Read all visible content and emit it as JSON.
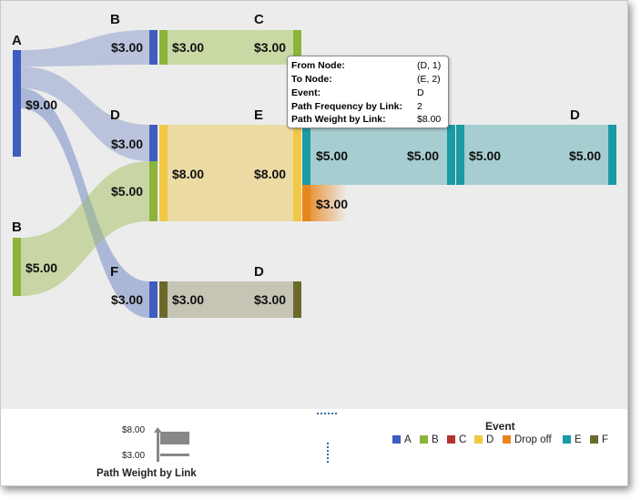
{
  "chart_data": {
    "type": "sankey",
    "title": "",
    "colors": {
      "A": "#3f5dbf",
      "B": "#8db33a",
      "C": "#b5342a",
      "D": "#f3c845",
      "Drop off": "#e8861e",
      "E": "#1a9aa5",
      "F": "#6b6a2a"
    },
    "nodes": [
      {
        "id": "A1",
        "event": "A",
        "label": "A",
        "value_label": "$9.00"
      },
      {
        "id": "B1",
        "event": "B",
        "label": "B",
        "value_label": "$5.00"
      },
      {
        "id": "B2",
        "event": "B",
        "label": "B",
        "value_label": "$3.00"
      },
      {
        "id": "D2",
        "event": "D",
        "label": "D",
        "in_labels": [
          "$3.00",
          "$5.00"
        ]
      },
      {
        "id": "F2",
        "event": "F",
        "label": "F",
        "value_label": "$3.00"
      },
      {
        "id": "C3",
        "event": "C",
        "label": "C"
      },
      {
        "id": "E3",
        "event": "E",
        "label": "E"
      },
      {
        "id": "D3",
        "event": "D",
        "label": "D"
      },
      {
        "id": "E4",
        "event": "E",
        "label": ""
      },
      {
        "id": "D4",
        "event": "D",
        "label": "D"
      }
    ],
    "links": [
      {
        "source": "A1",
        "target": "B2",
        "value": 3,
        "label": ""
      },
      {
        "source": "A1",
        "target": "D2",
        "value": 3,
        "label": ""
      },
      {
        "source": "A1",
        "target": "F2",
        "value": 3,
        "label": ""
      },
      {
        "source": "B1",
        "target": "D2",
        "value": 5,
        "label": ""
      },
      {
        "source": "B2",
        "target": "C3",
        "value": 3,
        "labels": [
          "$3.00",
          "$3.00"
        ]
      },
      {
        "source": "D2",
        "target": "E3",
        "value": 8,
        "labels": [
          "$8.00",
          "$8.00"
        ]
      },
      {
        "source": "F2",
        "target": "D3",
        "value": 3,
        "labels": [
          "$3.00",
          "$3.00"
        ]
      },
      {
        "source": "E3",
        "target": "E4",
        "value": 5,
        "labels": [
          "$5.00",
          "$5.00"
        ]
      },
      {
        "source": "E3",
        "target": "Drop off",
        "value": 3,
        "labels": [
          "$3.00"
        ]
      },
      {
        "source": "E4",
        "target": "D4",
        "value": 5,
        "labels": [
          "$5.00",
          "$5.00"
        ]
      }
    ],
    "link_weight_labels_left": {
      "A1": "$9.00",
      "B1": "$5.00"
    },
    "tooltip": {
      "rows": [
        {
          "key": "From Node:",
          "value": "(D, 1)"
        },
        {
          "key": "To Node:",
          "value": "(E, 2)"
        },
        {
          "key": "Event:",
          "value": "D"
        },
        {
          "key": "Path Frequency by Link:",
          "value": "2"
        },
        {
          "key": "Path Weight by Link:",
          "value": "$8.00"
        }
      ]
    },
    "size_legend": {
      "title": "Path Weight by Link",
      "max_label": "$8.00",
      "min_label": "$3.00"
    },
    "event_legend": {
      "title": "Event",
      "items": [
        "A",
        "B",
        "C",
        "D",
        "Drop off",
        "E",
        "F"
      ]
    }
  }
}
